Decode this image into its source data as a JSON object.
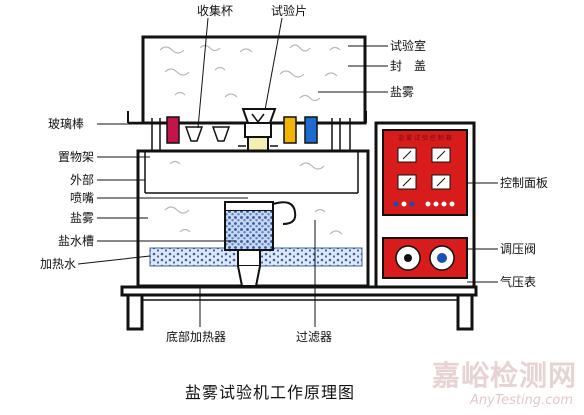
{
  "title": "盐雾试验机工作原理图",
  "labels": {
    "collection_cup": "收集杯",
    "test_piece": "试验片",
    "test_chamber": "试验室",
    "cover": "封　盖",
    "salt_fog_top": "盐雾",
    "glass_rod": "玻璃棒",
    "rack": "置物架",
    "outer": "外部",
    "nozzle": "喷嘴",
    "salt_fog_left": "盐雾",
    "brine_tank": "盐水槽",
    "heating_water": "加热水",
    "bottom_heater": "底部加热器",
    "filter": "过滤器",
    "control_panel": "控制面板",
    "pressure_valve": "调压阀",
    "pressure_gauge": "气压表"
  },
  "control_panel_header": "盐 雾 试 验 控 制 箱",
  "colors": {
    "line": "#111111",
    "panel_red": "#d81c1c",
    "water_blue": "#3a62b4",
    "nozzle_yellow": "#f4efb4",
    "cup_magenta": "#c4154a",
    "cup_yellow": "#f1b400",
    "cup_blue": "#1c6cd0",
    "watermark": "#e6cfcf"
  },
  "watermark": {
    "name": "嘉峪检测网",
    "url": "AnyTesting.com"
  }
}
